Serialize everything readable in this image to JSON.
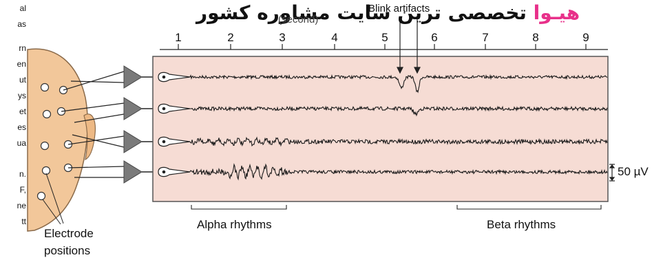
{
  "watermark": {
    "brand": "هیـوا",
    "text": "تخصصی ترین سایت مشاوره کشور"
  },
  "clipped_text": [
    "al",
    "as",
    "rn",
    "en",
    "ut",
    "ys",
    "et",
    "es",
    "ua",
    "n.",
    "F,",
    "ne",
    "tt"
  ],
  "header": {
    "partial_label": "(second)",
    "blink_label": "Blink artifacts"
  },
  "time_ticks": [
    "1",
    "2",
    "3",
    "4",
    "5",
    "6",
    "7",
    "8",
    "9"
  ],
  "scale_label": "50 µV",
  "alpha_label": "Alpha rhythms",
  "beta_label": "Beta rhythms",
  "electrode_label_line1": "Electrode",
  "electrode_label_line2": "positions",
  "colors": {
    "panel": "#f6dcd4",
    "panel_border": "#555555",
    "scalp": "#f2c79a",
    "amplifier": "#7a7a7a"
  }
}
